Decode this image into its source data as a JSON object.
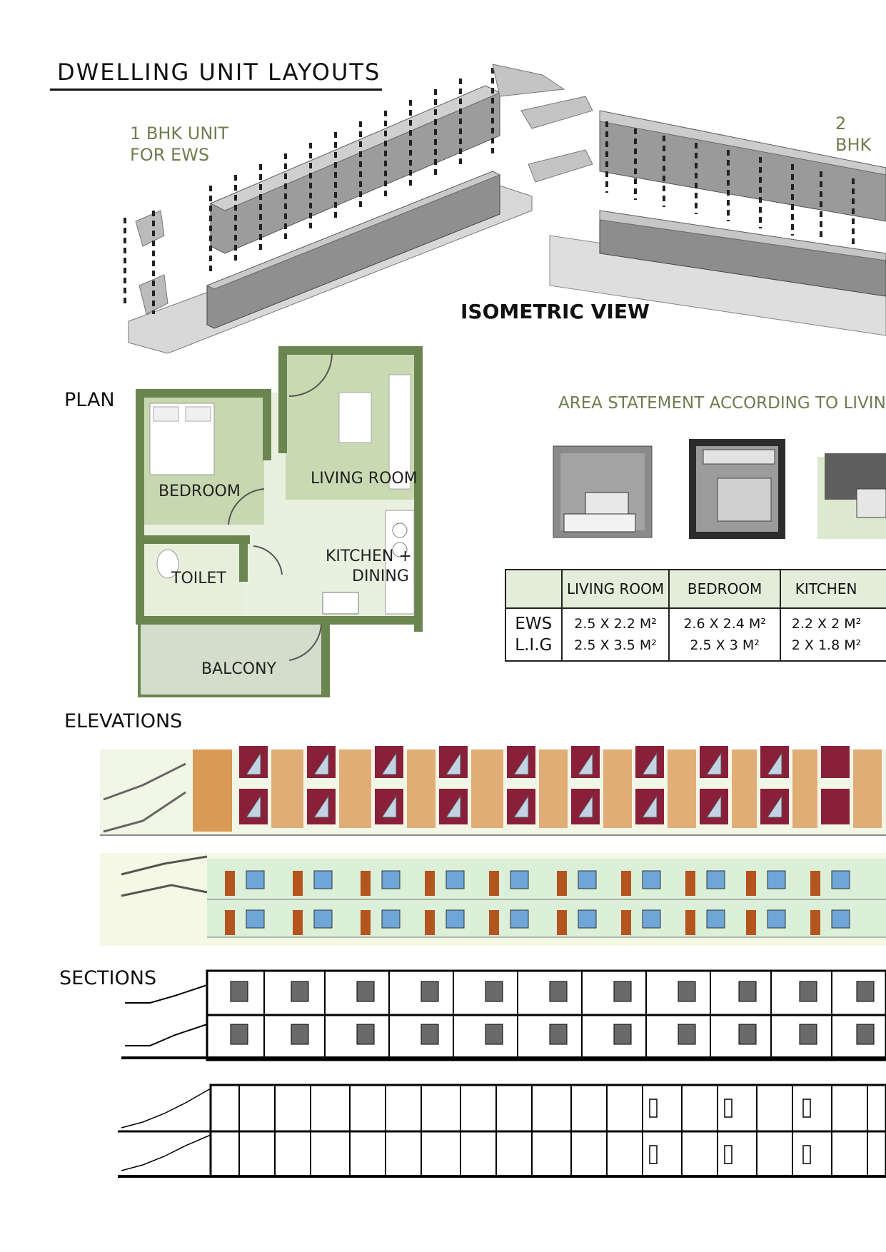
{
  "title": "DWELLING UNIT LAYOUTS",
  "isometric": {
    "label_1bhk_line1": "1 BHK UNIT",
    "label_1bhk_line2": "FOR EWS",
    "label_2bhk": "2 BHK",
    "view_label": "ISOMETRIC VIEW"
  },
  "plan": {
    "heading": "PLAN",
    "rooms": {
      "bedroom": "BEDROOM",
      "living_room": "LIVING ROOM",
      "kitchen_line1": "KITCHEN +",
      "kitchen_line2": "DINING",
      "toilet": "TOILET",
      "balcony": "BALCONY"
    }
  },
  "area_statement": {
    "title": "AREA STATEMENT ACCORDING TO LIVIN",
    "columns": [
      "",
      "LIVING ROOM",
      "BEDROOM",
      "KITCHEN"
    ],
    "rows": [
      {
        "label": "EWS",
        "living": "2.5 X 2.2 M²",
        "bedroom": "2.6 X 2.4 M²",
        "kitchen": "2.2 X 2 M²"
      },
      {
        "label": "L.I.G",
        "living": "2.5 X 3.5 M²",
        "bedroom": "2.5 X 3 M²",
        "kitchen": "2 X 1.8 M²"
      }
    ]
  },
  "elevations": {
    "heading": "ELEVATIONS"
  },
  "sections": {
    "heading": "SECTIONS"
  },
  "colors": {
    "label_green": "#6f7d4f",
    "plan_dark": "#6b8550",
    "plan_light": "#d9e6c9",
    "elev_orange": "#d89a55",
    "elev_maroon": "#8a1f3a",
    "elev_mint": "#dcefd9",
    "door_brown": "#b4541e"
  }
}
